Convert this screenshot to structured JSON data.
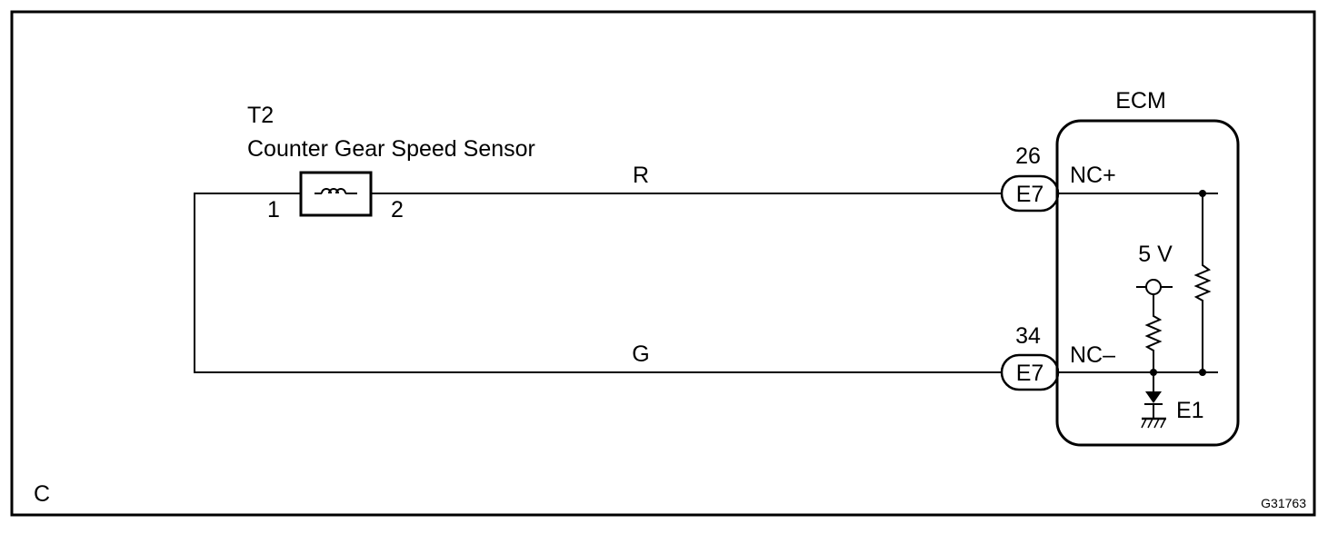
{
  "frame_label": "C",
  "figure_code": "G31763",
  "sensor": {
    "ref": "T2",
    "name": "Counter Gear Speed Sensor",
    "pin_left": "1",
    "pin_right": "2"
  },
  "wires": {
    "top_color": "R",
    "bottom_color": "G"
  },
  "ecm": {
    "title": "ECM",
    "connector_top": {
      "pin": "26",
      "id": "E7"
    },
    "connector_bottom": {
      "pin": "34",
      "id": "E7"
    },
    "terminal_top": "NC+",
    "terminal_bottom": "NC–",
    "supply_label": "5 V",
    "ground_label": "E1"
  }
}
